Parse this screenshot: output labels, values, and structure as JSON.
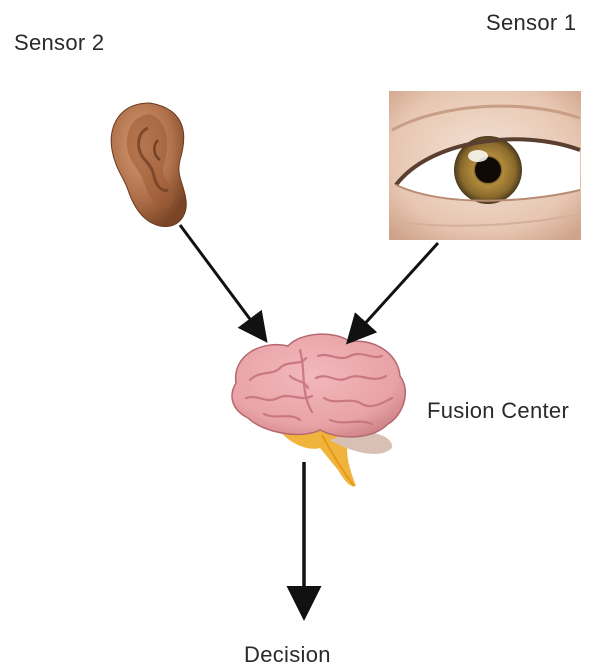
{
  "labels": {
    "sensor_1": "Sensor 1",
    "sensor_2": "Sensor 2",
    "fusion_center": "Fusion Center",
    "decision": "Decision"
  },
  "icons": {
    "sensor_1": "eye-icon",
    "sensor_2": "ear-icon",
    "fusion_center": "brain-icon"
  },
  "colors": {
    "text": "#2a2a2a",
    "arrow": "#111111",
    "ear": "#b0714a",
    "iris": "#9a7a3a",
    "brain": "#e8a3a7",
    "brainstem": "#f0b43c"
  }
}
